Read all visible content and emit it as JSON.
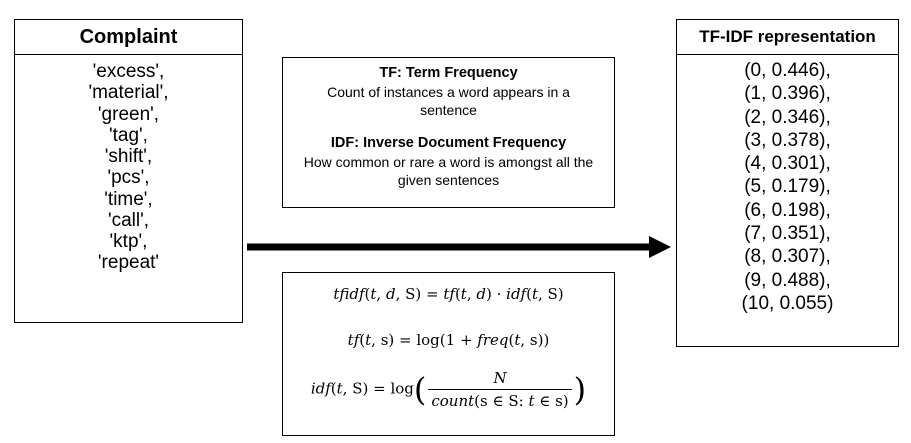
{
  "complaint": {
    "title": "Complaint",
    "items": [
      "'excess',",
      "'material',",
      "'green',",
      "'tag',",
      "'shift',",
      "'pcs',",
      "'time',",
      "'call',",
      "'ktp',",
      "'repeat'"
    ]
  },
  "definitions": {
    "tf_title": "TF: Term Frequency",
    "tf_text": "Count of instances a word appears in a sentence",
    "idf_title": "IDF: Inverse Document Frequency",
    "idf_text": "How common or rare a word is amongst all the given sentences"
  },
  "formulas": {
    "tfidf": "tfidf(t, d, S) = tf(t, d) · idf(t, S)",
    "tf": "tf(t, s) = log(1 + freq(t, s))",
    "idf": "idf(t, S) = log(N / count(s ∈ S: t ∈ s))"
  },
  "tfidf": {
    "title": "TF-IDF representation",
    "items": [
      "(0, 0.446),",
      "(1, 0.396),",
      "(2, 0.346),",
      "(3, 0.378),",
      "(4, 0.301),",
      "(5, 0.179),",
      "(6, 0.198),",
      "(7, 0.351),",
      "(8, 0.307),",
      "(9, 0.488),",
      "(10, 0.055)"
    ]
  },
  "colors": {
    "stroke": "#000000",
    "background": "#ffffff"
  }
}
